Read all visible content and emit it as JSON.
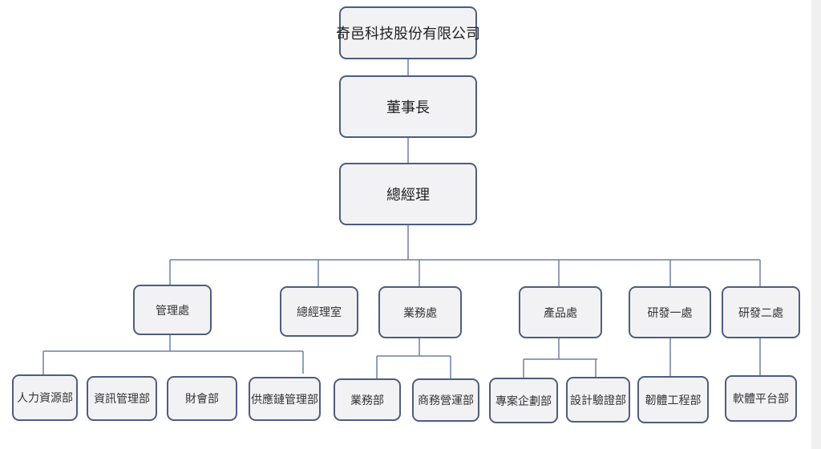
{
  "company": "奇邑科技股份有限公司",
  "chairman": "董事長",
  "general_manager": "總經理",
  "divisions": [
    {
      "label": "管理處",
      "departments": [
        "人力資源部",
        "資訊管理部",
        "財會部",
        "供應鏈管理部"
      ]
    },
    {
      "label": "總經理室",
      "departments": []
    },
    {
      "label": "業務處",
      "departments": [
        "業務部",
        "商務營運部"
      ]
    },
    {
      "label": "產品處",
      "departments": [
        "專案企劃部",
        "設計驗證部"
      ]
    },
    {
      "label": "研發一處",
      "departments": [
        "韌體工程部"
      ]
    },
    {
      "label": "研發二處",
      "departments": [
        "軟體平台部"
      ]
    }
  ],
  "colors": {
    "box_fill": "#f2f2f4",
    "box_border": "#4d5d7e",
    "connector": "#6a80a6"
  }
}
